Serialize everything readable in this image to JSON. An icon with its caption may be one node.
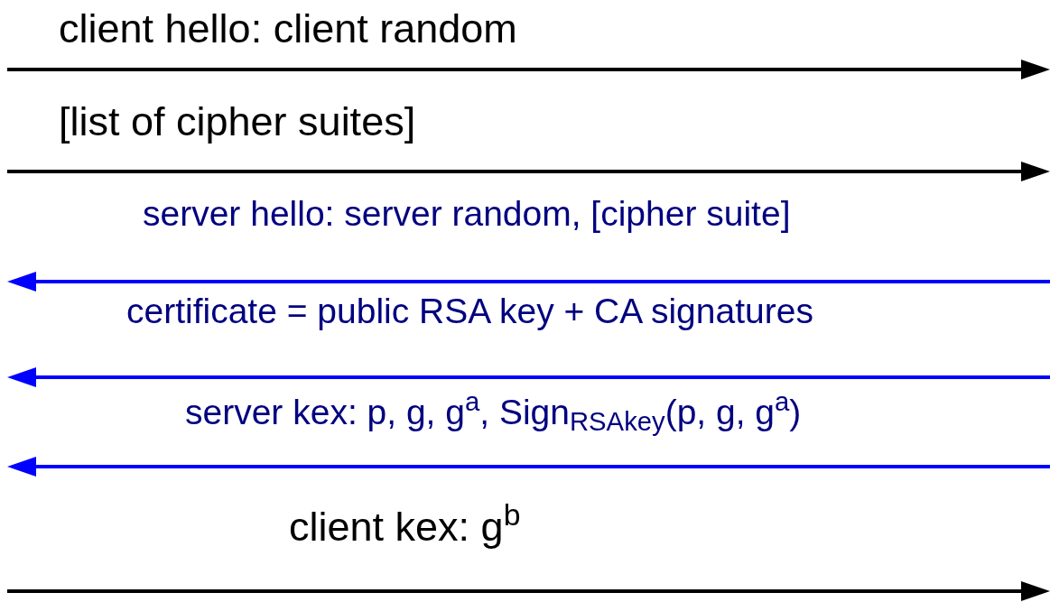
{
  "diagram": {
    "labels": [
      "client hello: client random",
      "[list of cipher suites]",
      "server hello: server random, [cipher suite]",
      "certificate = public RSA key + CA signatures",
      "server kex: p, g, g$^{a}$, Sign$_{RSAkey}$(p, g, g$^{a}$)",
      "client kex: g$^{b}$"
    ]
  }
}
